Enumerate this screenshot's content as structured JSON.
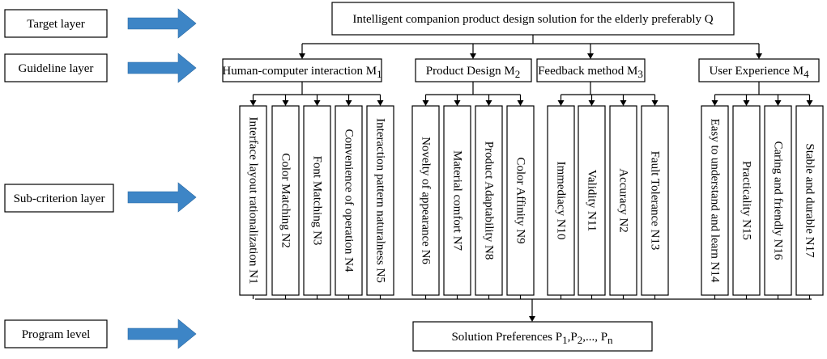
{
  "layers": {
    "target": "Target layer",
    "guideline": "Guideline layer",
    "sub_criterion": "Sub-criterion layer",
    "program": "Program level"
  },
  "arrow_color": "#3d85c6",
  "target": {
    "label": "Intelligent companion product design solution for the elderly preferably Q"
  },
  "guidelines": [
    {
      "label": "Human-computer interaction M",
      "sub": "1"
    },
    {
      "label": "Product Design M",
      "sub": "2"
    },
    {
      "label": "Feedback method M",
      "sub": "3"
    },
    {
      "label": "User Experience M",
      "sub": "4"
    }
  ],
  "subcriteria": [
    [
      "Interface layout rationalization N1",
      "Color Matching N2",
      "Font Matching N3",
      "Convenience of operation N4",
      "Interaction pattern naturalness N5"
    ],
    [
      "Novelty of appearance N6",
      "Material comfort N7",
      "Product Adaptability N8",
      "Color Affinity N9"
    ],
    [
      "Immediacy N10",
      "Validity N11",
      "Accuracy N2",
      "Fault Tolerance N13"
    ],
    [
      "Easy to understand and learn N14",
      "Practicality N15",
      "Caring and friendly N16",
      "Stable and durable N17"
    ]
  ],
  "solution": {
    "label": "Solution Preferences P",
    "parts": [
      {
        "text": "Solution Preferences P",
        "sub": "1"
      },
      {
        "text": ",P",
        "sub": "2"
      },
      {
        "text": ",..., P",
        "sub": "n"
      }
    ]
  }
}
